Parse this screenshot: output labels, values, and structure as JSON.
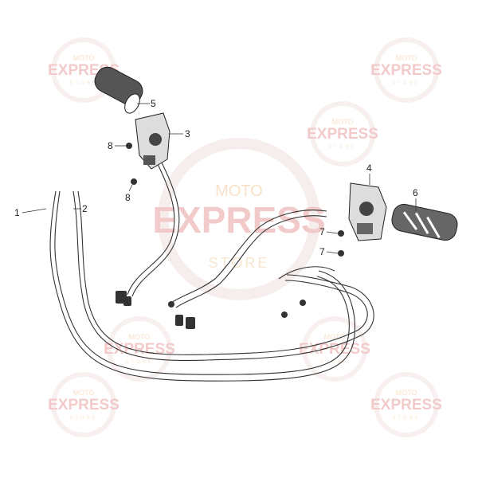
{
  "watermark": {
    "line1": "MOTO",
    "line2": "EXPRESS",
    "line3": "STORE",
    "accent": "#e05050",
    "secondary": "#f0b070"
  },
  "callouts": [
    {
      "id": "1",
      "part": "cable-1"
    },
    {
      "id": "2",
      "part": "cable-2"
    },
    {
      "id": "3",
      "part": "left-switch-housing"
    },
    {
      "id": "4",
      "part": "right-switch-housing"
    },
    {
      "id": "5",
      "part": "left-grip"
    },
    {
      "id": "6",
      "part": "right-grip"
    },
    {
      "id": "7",
      "part": "screw"
    },
    {
      "id": "7",
      "part": "screw"
    },
    {
      "id": "8",
      "part": "screw"
    },
    {
      "id": "8",
      "part": "screw"
    }
  ]
}
